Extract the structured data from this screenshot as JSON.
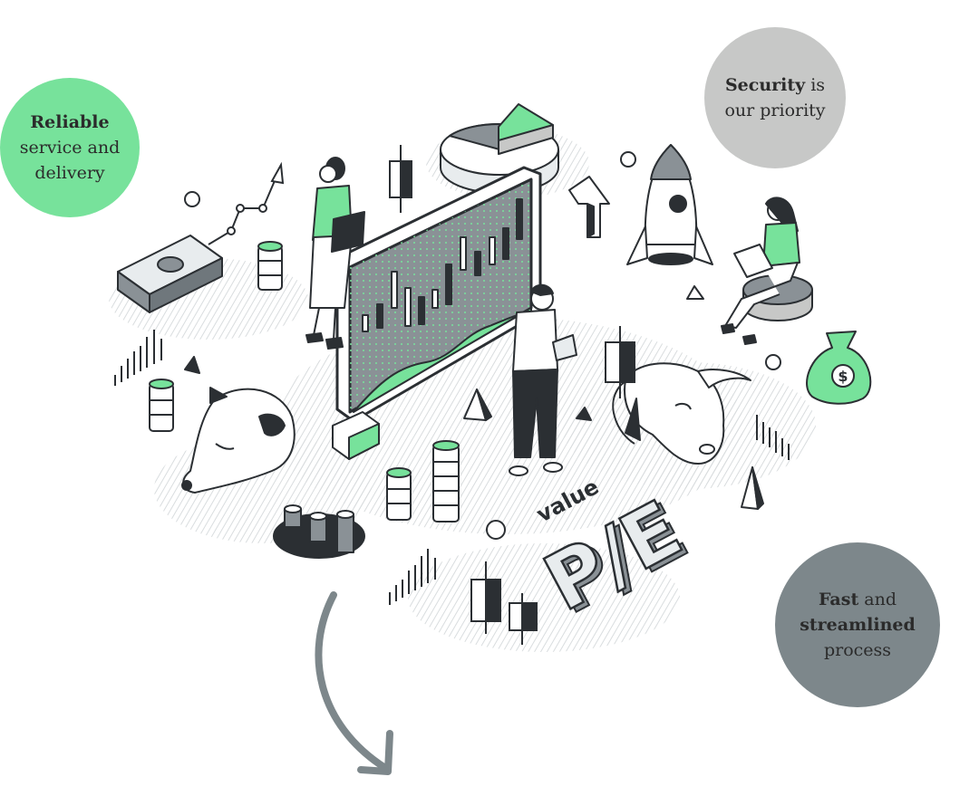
{
  "badges": {
    "reliable": {
      "strong": "Reliable",
      "rest1": "service and",
      "rest2": "delivery",
      "color": "#77e29b"
    },
    "security": {
      "strong": "Security",
      "rest1": "is",
      "rest2": "our priority",
      "color": "#c7c8c7"
    },
    "fast": {
      "strong1": "Fast",
      "rest1": "and",
      "strong2": "streamlined",
      "rest2": "process",
      "color": "#7d878b"
    }
  },
  "illustration": {
    "value_label": "value",
    "pe_label": "P/E",
    "money_bag_symbol": "$",
    "colors": {
      "green": "#77e29b",
      "gray": "#8a9196",
      "dark": "#2b2f33",
      "light": "#e8ecee"
    }
  },
  "icons": [
    "bull-icon",
    "bear-icon",
    "rocket-icon",
    "money-bag-icon",
    "pie-chart-icon",
    "dollar-bill-icon",
    "coin-stack-icon",
    "candlestick-icon",
    "arrow-up-icon",
    "curved-arrow-icon"
  ]
}
